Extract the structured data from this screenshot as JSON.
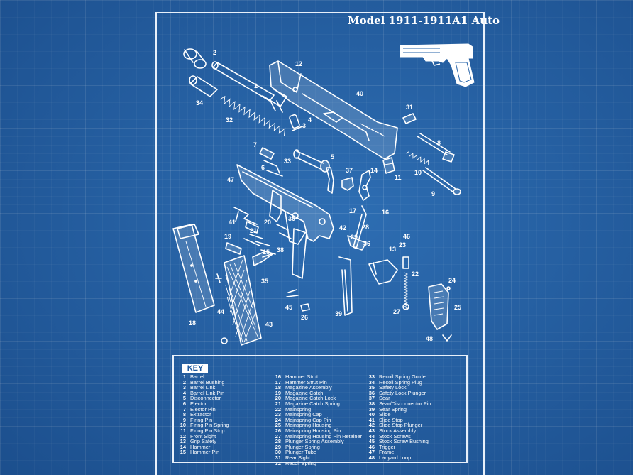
{
  "title": "Model 1911-1911A1 Auto",
  "key": {
    "label": "KEY",
    "columns": [
      [
        {
          "n": "1",
          "name": "Barrel"
        },
        {
          "n": "2",
          "name": "Barrel Bushing"
        },
        {
          "n": "3",
          "name": "Barrel Link"
        },
        {
          "n": "4",
          "name": "Barrel Link Pin"
        },
        {
          "n": "5",
          "name": "Disconnector"
        },
        {
          "n": "6",
          "name": "Ejector"
        },
        {
          "n": "7",
          "name": "Ejector Pin"
        },
        {
          "n": "8",
          "name": "Extractor"
        },
        {
          "n": "9",
          "name": "Firing Pin"
        },
        {
          "n": "10",
          "name": "Firing Pin Spring"
        },
        {
          "n": "11",
          "name": "Firing Pin Stop"
        },
        {
          "n": "12",
          "name": "Front Sight"
        },
        {
          "n": "13",
          "name": "Grip Safety"
        },
        {
          "n": "14",
          "name": "Hammer"
        },
        {
          "n": "15",
          "name": "Hammer Pin"
        }
      ],
      [
        {
          "n": "16",
          "name": "Hammer Strut"
        },
        {
          "n": "17",
          "name": "Hammer Strut Pin"
        },
        {
          "n": "18",
          "name": "Magazine Assembly"
        },
        {
          "n": "19",
          "name": "Magazine Catch"
        },
        {
          "n": "20",
          "name": "Magazine Catch Lock"
        },
        {
          "n": "21",
          "name": "Magazine Catch Spring"
        },
        {
          "n": "22",
          "name": "Mainspring"
        },
        {
          "n": "23",
          "name": "Mainspring Cap"
        },
        {
          "n": "24",
          "name": "Mainspring Cap Pin"
        },
        {
          "n": "25",
          "name": "Mainspring Housing"
        },
        {
          "n": "26",
          "name": "Mainspring Housing Pin"
        },
        {
          "n": "27",
          "name": "Mainspring Housing Pin Retainer"
        },
        {
          "n": "28",
          "name": "Plunger Spring Assembly"
        },
        {
          "n": "29",
          "name": "Plunger Spring"
        },
        {
          "n": "30",
          "name": "Plunger Tube"
        },
        {
          "n": "31",
          "name": "Rear Sight"
        },
        {
          "n": "32",
          "name": "Recoil Spring"
        }
      ],
      [
        {
          "n": "33",
          "name": "Recoil Spring Guide"
        },
        {
          "n": "34",
          "name": "Recoil Spring Plug"
        },
        {
          "n": "35",
          "name": "Safety Lock"
        },
        {
          "n": "36",
          "name": "Safety Lock Plunger"
        },
        {
          "n": "37",
          "name": "Sear"
        },
        {
          "n": "38",
          "name": "Sear/Disconnector Pin"
        },
        {
          "n": "39",
          "name": "Sear Spring"
        },
        {
          "n": "40",
          "name": "Slide"
        },
        {
          "n": "41",
          "name": "Slide Stop"
        },
        {
          "n": "42",
          "name": "Slide Stop Plunger"
        },
        {
          "n": "43",
          "name": "Stock Assembly"
        },
        {
          "n": "44",
          "name": "Stock Screws"
        },
        {
          "n": "45",
          "name": "Stock Screw Bushing"
        },
        {
          "n": "46",
          "name": "Trigger"
        },
        {
          "n": "47",
          "name": "Frame"
        },
        {
          "n": "48",
          "name": "Lanyard Loop"
        }
      ]
    ]
  },
  "callouts": {
    "c1": "1",
    "c2": "2",
    "c3": "3",
    "c4": "4",
    "c5": "5",
    "c6": "6",
    "c7": "7",
    "c8": "8",
    "c9": "9",
    "c10": "10",
    "c11": "11",
    "c12": "12",
    "c13": "13",
    "c14": "14",
    "c15": "15",
    "c16": "16",
    "c17": "17",
    "c18": "18",
    "c19": "19",
    "c20": "20",
    "c21": "21",
    "c22": "22",
    "c23": "23",
    "c24": "24",
    "c25": "25",
    "c26": "26",
    "c27": "27",
    "c28": "28",
    "c29": "29",
    "c30": "30",
    "c31": "31",
    "c32": "32",
    "c33": "33",
    "c34": "34",
    "c35": "35",
    "c36": "36",
    "c37": "37",
    "c38": "38",
    "c39": "39",
    "c40": "40",
    "c41": "41",
    "c42": "42",
    "c43": "43",
    "c44": "44",
    "c45": "45",
    "c46": "46",
    "c47": "47",
    "c48": "48"
  },
  "colors": {
    "background": "#2563a8",
    "ink": "#ffffff"
  }
}
